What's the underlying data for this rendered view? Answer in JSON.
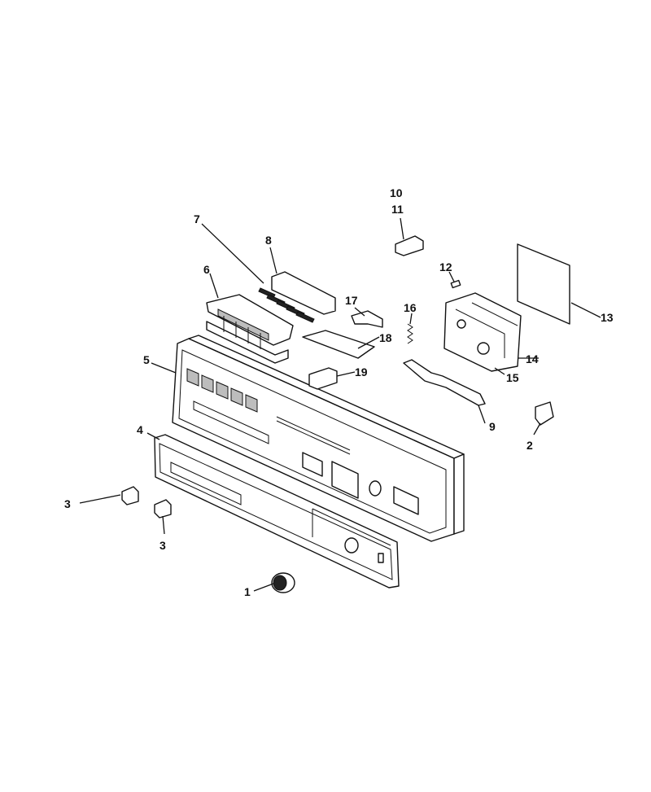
{
  "diagram": {
    "type": "exploded-parts-diagram",
    "callouts": {
      "c1": "1",
      "c2": "2",
      "c3a": "3",
      "c3b": "3",
      "c4": "4",
      "c5": "5",
      "c6": "6",
      "c7": "7",
      "c8": "8",
      "c9": "9",
      "c10": "10",
      "c11": "11",
      "c12": "12",
      "c13": "13",
      "c14": "14",
      "c15": "15",
      "c16": "16",
      "c17": "17",
      "c18": "18",
      "c19": "19"
    }
  }
}
